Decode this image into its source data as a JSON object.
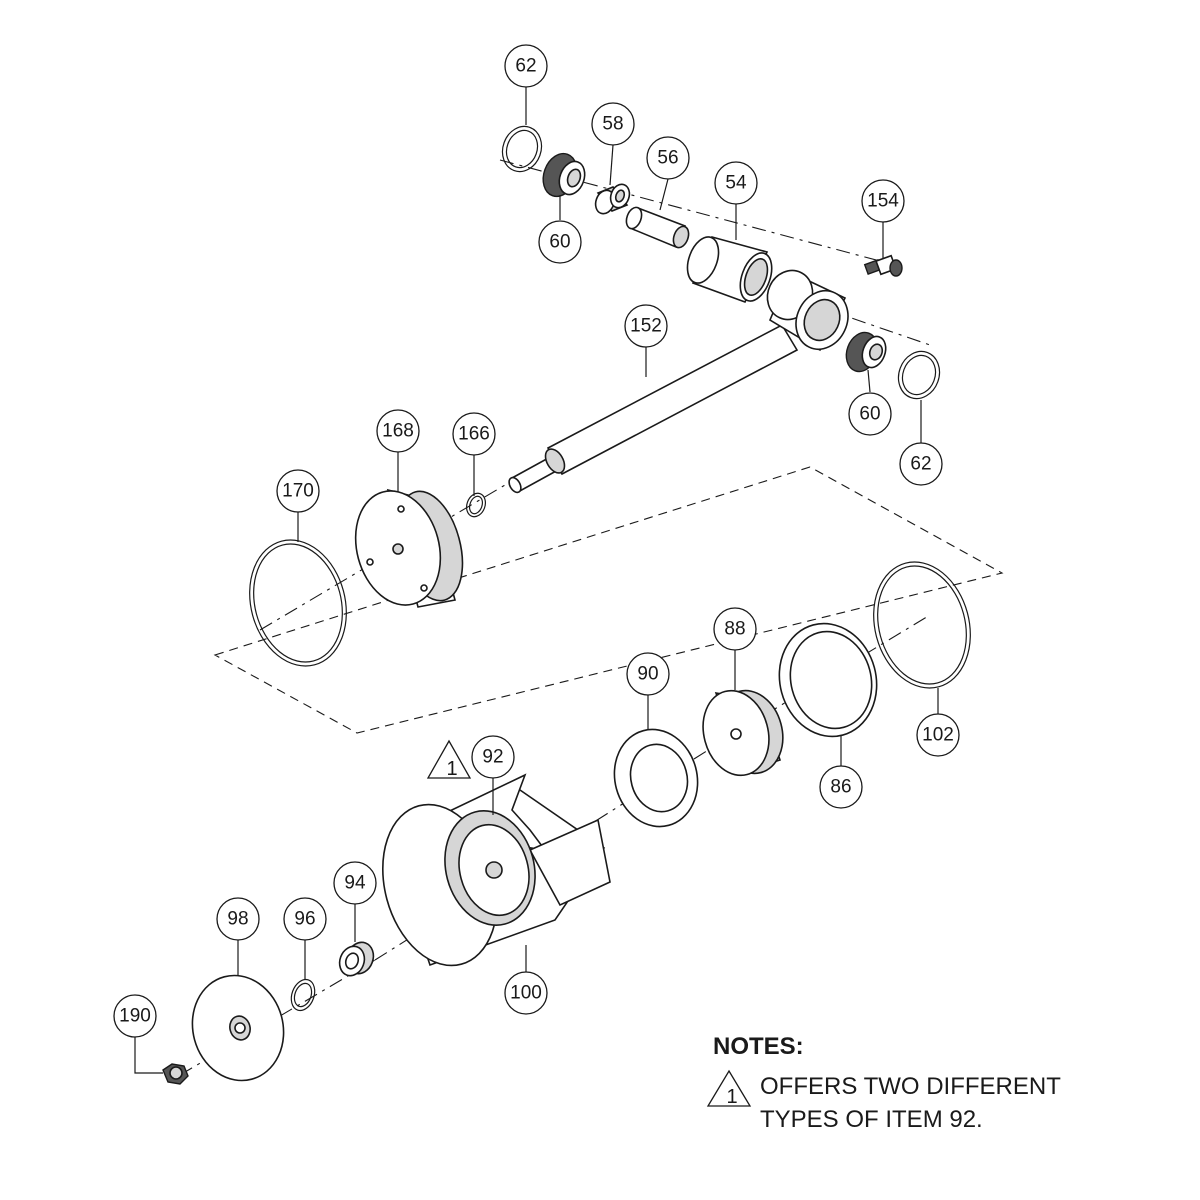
{
  "callouts": {
    "c62_top": "62",
    "c58": "58",
    "c56": "56",
    "c54": "54",
    "c154": "154",
    "c60_top": "60",
    "c152": "152",
    "c168": "168",
    "c166": "166",
    "c170": "170",
    "c60_right": "60",
    "c62_right": "62",
    "c88": "88",
    "c90": "90",
    "c92": "92",
    "c102": "102",
    "c86": "86",
    "c94": "94",
    "c98": "98",
    "c96": "96",
    "c100": "100",
    "c190": "190"
  },
  "warning_symbol": {
    "number": "1"
  },
  "notes": {
    "title": "NOTES:",
    "symbol_number": "1",
    "line1": "OFFERS TWO DIFFERENT",
    "line2": "TYPES OF ITEM 92."
  }
}
